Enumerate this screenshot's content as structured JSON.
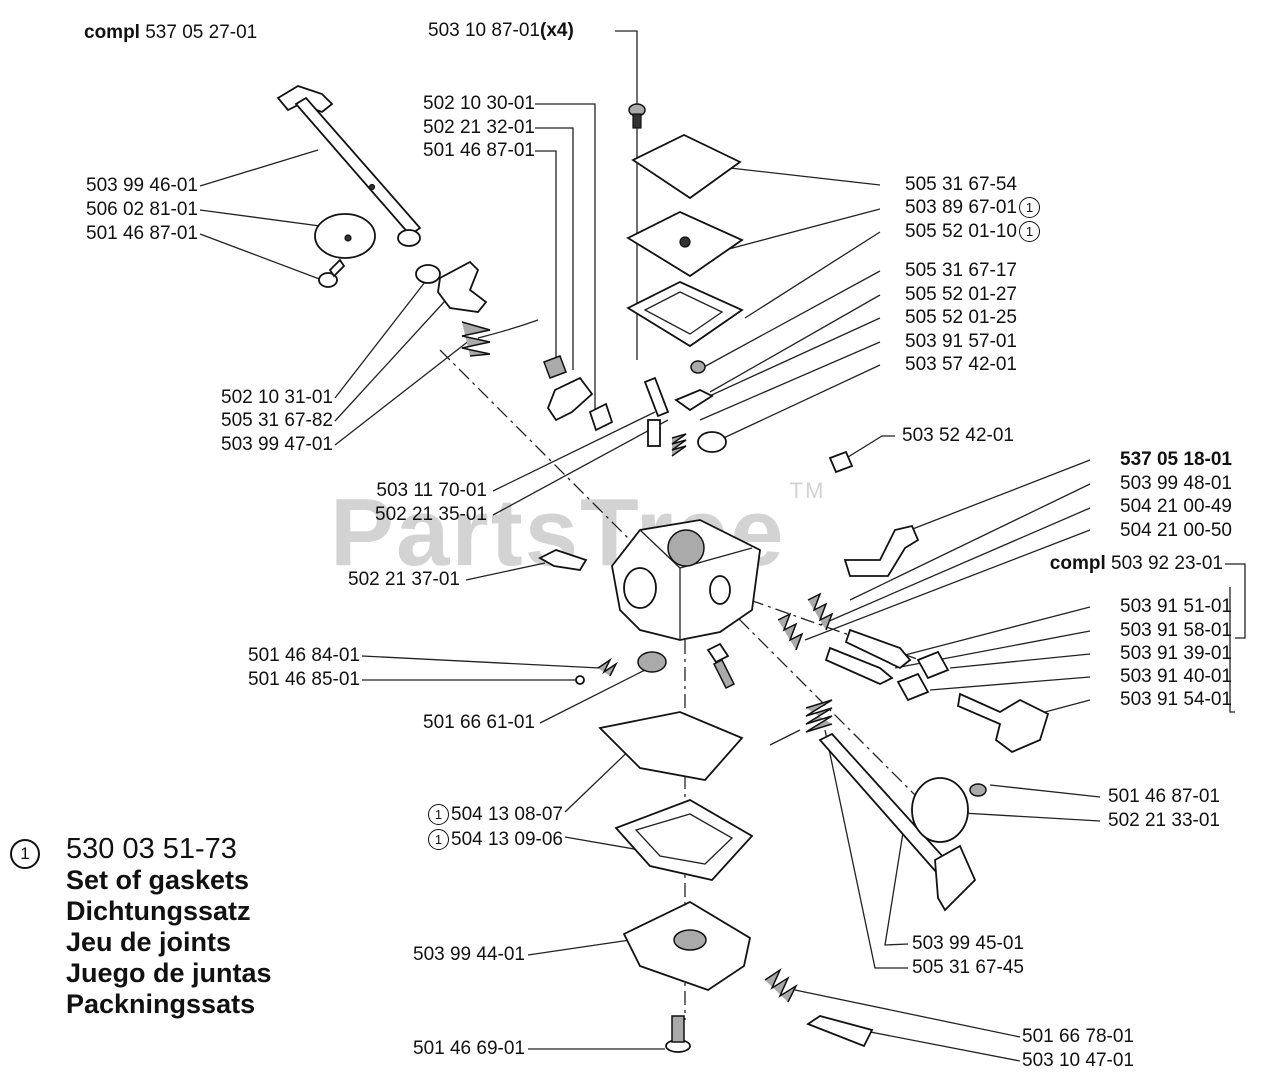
{
  "watermark": "PartsTree",
  "watermark_tm": "TM",
  "top_left": {
    "bold": "compl",
    "number": "537 05 27-01"
  },
  "top_center": {
    "number": "503 10 87-01",
    "qty": "(x4)"
  },
  "left_group_top": [
    "502 10 30-01",
    "502 21 32-01",
    "501 46 87-01"
  ],
  "left_group_a": [
    "503 99 46-01",
    "506 02 81-01",
    "501 46 87-01"
  ],
  "left_group_b": [
    "502 10 31-01",
    "505 31 67-82",
    "503 99 47-01"
  ],
  "center_left": [
    "503 11 70-01",
    "502 21 35-01",
    "502 21 37-01"
  ],
  "lower_left": [
    "501 46 84-01",
    "501 46 85-01",
    "501 66 61-01"
  ],
  "gaskets_left": [
    {
      "mark": "1",
      "number": "504 13 08-07"
    },
    {
      "mark": "1",
      "number": "504 13 09-06"
    }
  ],
  "bottom_left": [
    "503 99 44-01",
    "501 46 69-01"
  ],
  "right_top": [
    {
      "number": "505 31 67-54",
      "mark": ""
    },
    {
      "number": "503 89 67-01",
      "mark": "1"
    },
    {
      "number": "505 52 01-10",
      "mark": "1"
    },
    {
      "number": "505 31 67-17",
      "mark": ""
    },
    {
      "number": "505 52 01-27",
      "mark": ""
    },
    {
      "number": "505 52 01-25",
      "mark": ""
    },
    {
      "number": "503 91 57-01",
      "mark": ""
    },
    {
      "number": "503 57 42-01",
      "mark": ""
    }
  ],
  "right_mid": {
    "plug": "503 52 42-01",
    "main_bold": "537 05 18-01",
    "items": [
      "503 99 48-01",
      "504 21 00-49",
      "504 21 00-50"
    ]
  },
  "right_kit": {
    "bold": "compl",
    "number": "503 92 23-01",
    "items": [
      "503 91 51-01",
      "503 91 58-01",
      "503 91 39-01",
      "503 91 40-01",
      "503 91 54-01"
    ]
  },
  "right_lower": [
    "501 46 87-01",
    "502 21 33-01"
  ],
  "bottom_center": [
    "503 99 45-01",
    "505 31 67-45"
  ],
  "bottom_right": [
    "501 66 78-01",
    "503 10 47-01"
  ],
  "legend": {
    "mark": "1",
    "number": "530 03 51-73",
    "lines": [
      "Set of gaskets",
      "Dichtungssatz",
      "Jeu de joints",
      "Juego de juntas",
      "Packningssats"
    ]
  }
}
